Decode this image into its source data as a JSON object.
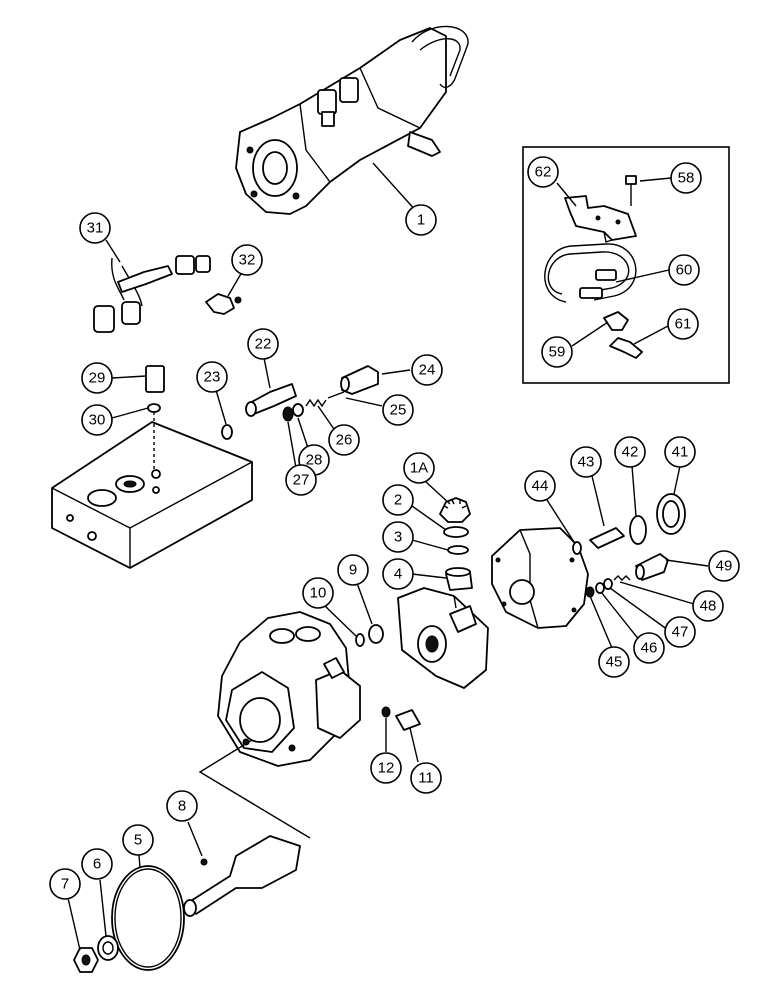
{
  "callouts": {
    "c1": "1",
    "c1A": "1A",
    "c2": "2",
    "c3": "3",
    "c4": "4",
    "c5": "5",
    "c6": "6",
    "c7": "7",
    "c8": "8",
    "c9": "9",
    "c10": "10",
    "c11": "11",
    "c12": "12",
    "c22": "22",
    "c23": "23",
    "c24": "24",
    "c25": "25",
    "c26": "26",
    "c27": "27",
    "c28": "28",
    "c29": "29",
    "c30": "30",
    "c31": "31",
    "c32": "32",
    "c41": "41",
    "c42": "42",
    "c43": "43",
    "c44": "44",
    "c45": "45",
    "c46": "46",
    "c47": "47",
    "c48": "48",
    "c49": "49",
    "c58": "58",
    "c59": "59",
    "c60": "60",
    "c61": "61",
    "c62": "62"
  }
}
